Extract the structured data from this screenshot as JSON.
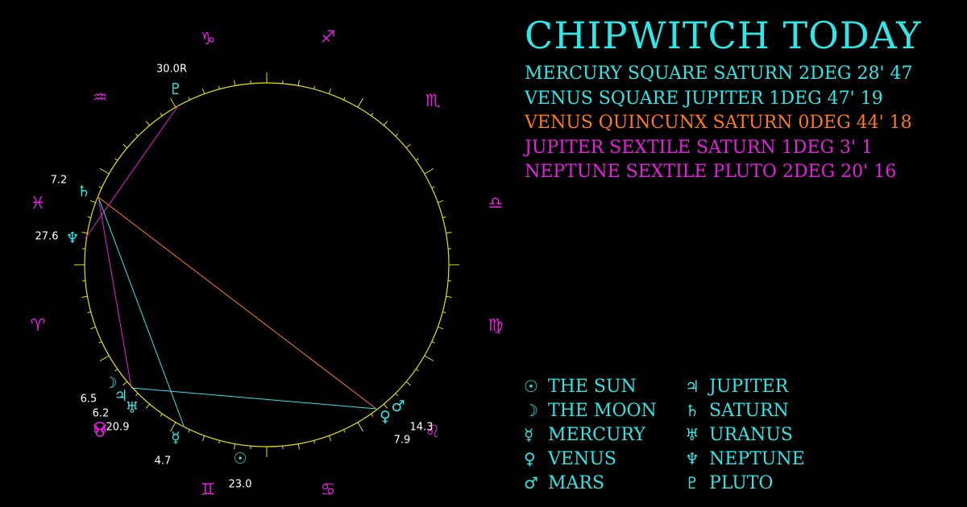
{
  "title": "CHIPWITCH TODAY",
  "colors": {
    "cyan": "#2ee8e8",
    "magenta": "#e81ee0",
    "orange": "#ff7a1a",
    "yellow": "#e6e600",
    "white": "#ffffff",
    "background": "#000000"
  },
  "aspects": [
    {
      "text": "MERCURY SQUARE SATURN 2DEG 28' 47",
      "color": "#2ee8e8"
    },
    {
      "text": "VENUS SQUARE JUPITER 1DEG 47' 19",
      "color": "#2ee8e8"
    },
    {
      "text": "VENUS QUINCUNX SATURN 0DEG 44' 18",
      "color": "#ff7a1a"
    },
    {
      "text": "JUPITER SEXTILE SATURN 1DEG 3' 1",
      "color": "#e81ee0"
    },
    {
      "text": "NEPTUNE SEXTILE PLUTO 2DEG 20' 16",
      "color": "#e81ee0"
    }
  ],
  "legend": {
    "left": [
      {
        "symbol": "☉",
        "label": "THE SUN"
      },
      {
        "symbol": "☽",
        "label": "THE MOON"
      },
      {
        "symbol": "☿",
        "label": "MERCURY"
      },
      {
        "symbol": "♀",
        "label": "VENUS"
      },
      {
        "symbol": "♂",
        "label": "MARS"
      }
    ],
    "right": [
      {
        "symbol": "♃",
        "label": "JUPITER"
      },
      {
        "symbol": "♄",
        "label": "SATURN"
      },
      {
        "symbol": "♅",
        "label": "URANUS"
      },
      {
        "symbol": "♆",
        "label": "NEPTUNE"
      },
      {
        "symbol": "♇",
        "label": "PLUTO"
      }
    ]
  },
  "zodiac": [
    {
      "name": "capricorn",
      "symbol": "♑"
    },
    {
      "name": "sagittarius",
      "symbol": "♐"
    },
    {
      "name": "scorpio",
      "symbol": "♏"
    },
    {
      "name": "libra",
      "symbol": "♎"
    },
    {
      "name": "virgo",
      "symbol": "♍"
    },
    {
      "name": "leo",
      "symbol": "♌"
    },
    {
      "name": "cancer",
      "symbol": "♋"
    },
    {
      "name": "gemini",
      "symbol": "♊"
    },
    {
      "name": "taurus",
      "symbol": "♉"
    },
    {
      "name": "aries",
      "symbol": "♈"
    },
    {
      "name": "pisces",
      "symbol": "♓"
    },
    {
      "name": "aquarius",
      "symbol": "♒"
    }
  ],
  "planets": [
    {
      "name": "pluto",
      "symbol": "♇",
      "degree": "30.0R",
      "color": "#2ee8e8"
    },
    {
      "name": "saturn",
      "symbol": "♄",
      "degree": "7.2",
      "color": "#2ee8e8"
    },
    {
      "name": "neptune",
      "symbol": "♆",
      "degree": "27.6",
      "color": "#2ee8e8"
    },
    {
      "name": "moon",
      "symbol": "☽",
      "degree": "6.5",
      "color": "#2ee8e8"
    },
    {
      "name": "jupiter",
      "symbol": "♃",
      "degree": "6.2",
      "color": "#2ee8e8"
    },
    {
      "name": "uranus",
      "symbol": "♅",
      "degree": "",
      "color": "#2ee8e8"
    },
    {
      "name": "node",
      "symbol": "☊",
      "degree": "20.9",
      "color": "#e81ee0"
    },
    {
      "name": "mercury",
      "symbol": "☿",
      "degree": "4.7",
      "color": "#2ee8e8"
    },
    {
      "name": "sun",
      "symbol": "☉",
      "degree": "23.0",
      "color": "#2ee8e8"
    },
    {
      "name": "venus",
      "symbol": "♀",
      "degree": "7.9",
      "color": "#2ee8e8"
    },
    {
      "name": "mars",
      "symbol": "♂",
      "degree": "14.3",
      "color": "#2ee8e8"
    }
  ],
  "aspect_lines": [
    {
      "from": "saturn",
      "to": "venus",
      "color": "#ff7a1a"
    },
    {
      "from": "saturn",
      "to": "mercury",
      "color": "#2ee8e8"
    },
    {
      "from": "jupiter",
      "to": "venus",
      "color": "#2ee8e8"
    },
    {
      "from": "saturn",
      "to": "jupiter",
      "color": "#e81ee0"
    },
    {
      "from": "neptune",
      "to": "pluto",
      "color": "#e81ee0"
    }
  ]
}
